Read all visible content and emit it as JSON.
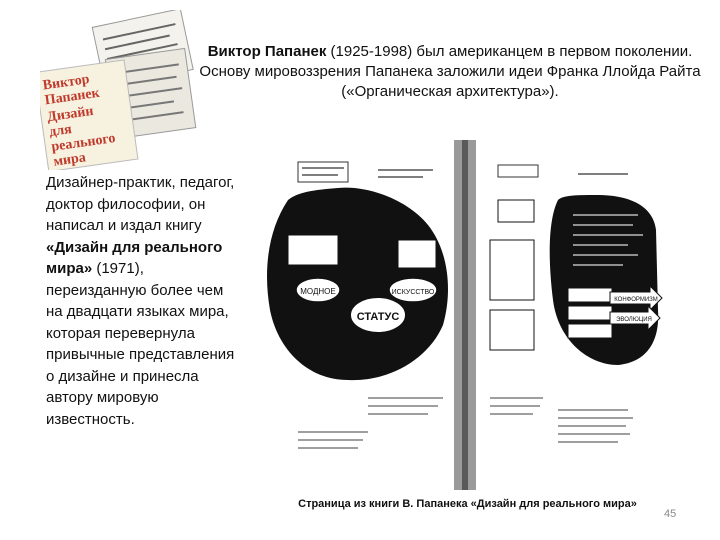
{
  "cover": {
    "label_lines": [
      "Виктор",
      "Папанек",
      "Дизайн",
      "для",
      "реального",
      "мира"
    ],
    "accent": "#c0392b"
  },
  "title": {
    "name": "Виктор Папанек",
    "rest": " (1925-1998) был американцем в первом поколении. Основу мировоззрения Папанека заложили идеи Франка Ллойда Райта («Органическая архитектура»)."
  },
  "bio": {
    "part1": "Дизайнер-практик, педагог, доктор философии, он написал и издал книгу ",
    "book_title": "«Дизайн для реального мира»",
    "part2": " (1971), переизданную более чем на двадцати языках мира, которая перевернула привычные представления о дизайне и принесла автору мировую известность."
  },
  "diagram": {
    "center_label": "СТАТУС",
    "left_label": "МОДНОЕ",
    "right_label": "ИСКУССТВО",
    "arrow_top": "КОНФОРМИЗМ",
    "arrow_bottom": "ЭВОЛЮЦИЯ"
  },
  "caption": "Страница из книги В. Папанека «Дизайн для реального мира»",
  "page_number": "45"
}
